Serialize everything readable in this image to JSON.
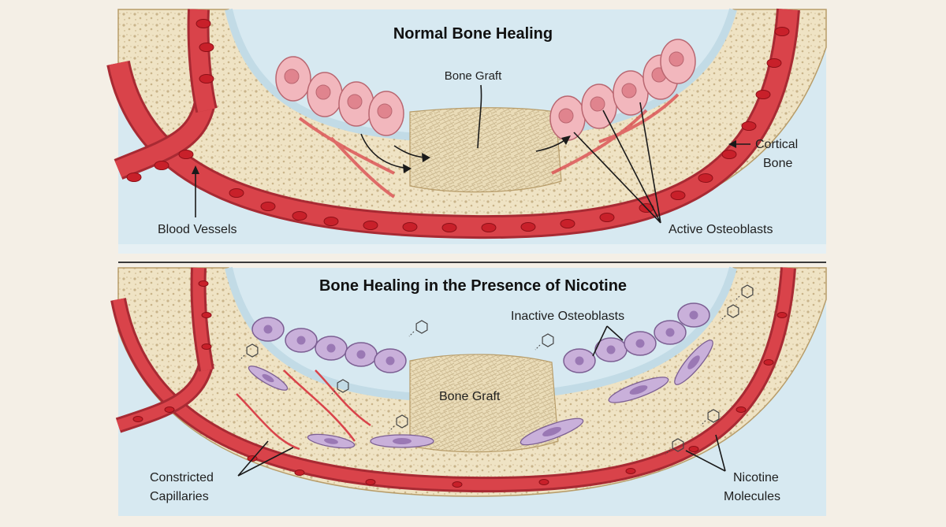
{
  "panels": {
    "top": {
      "title": "Normal Bone Healing",
      "labels": {
        "bone_graft": "Bone Graft",
        "cortical_bone": [
          "Cortical",
          "Bone"
        ],
        "blood_vessels": "Blood Vessels",
        "active_osteoblasts": "Active Osteoblasts"
      }
    },
    "bottom": {
      "title": "Bone Healing in the Presence of Nicotine",
      "labels": {
        "inactive_osteoblasts": "Inactive Osteoblasts",
        "bone_graft": "Bone Graft",
        "constricted_capillaries": [
          "Constricted",
          "Capillaries"
        ],
        "nicotine_molecules": [
          "Nicotine",
          "Molecules"
        ]
      }
    }
  },
  "colors": {
    "background": "#f4efe6",
    "fluid": "#d7e9f1",
    "cortical": "#efe3c4",
    "vessel": "#d9434a",
    "vessel_dark": "#a82a33",
    "rbc": "#c8202a",
    "graft": "#eadcb8",
    "osteoblast_active": "#f2b7bd",
    "osteoblast_inactive": "#c9b0da",
    "divider": "#3a3a3a"
  }
}
